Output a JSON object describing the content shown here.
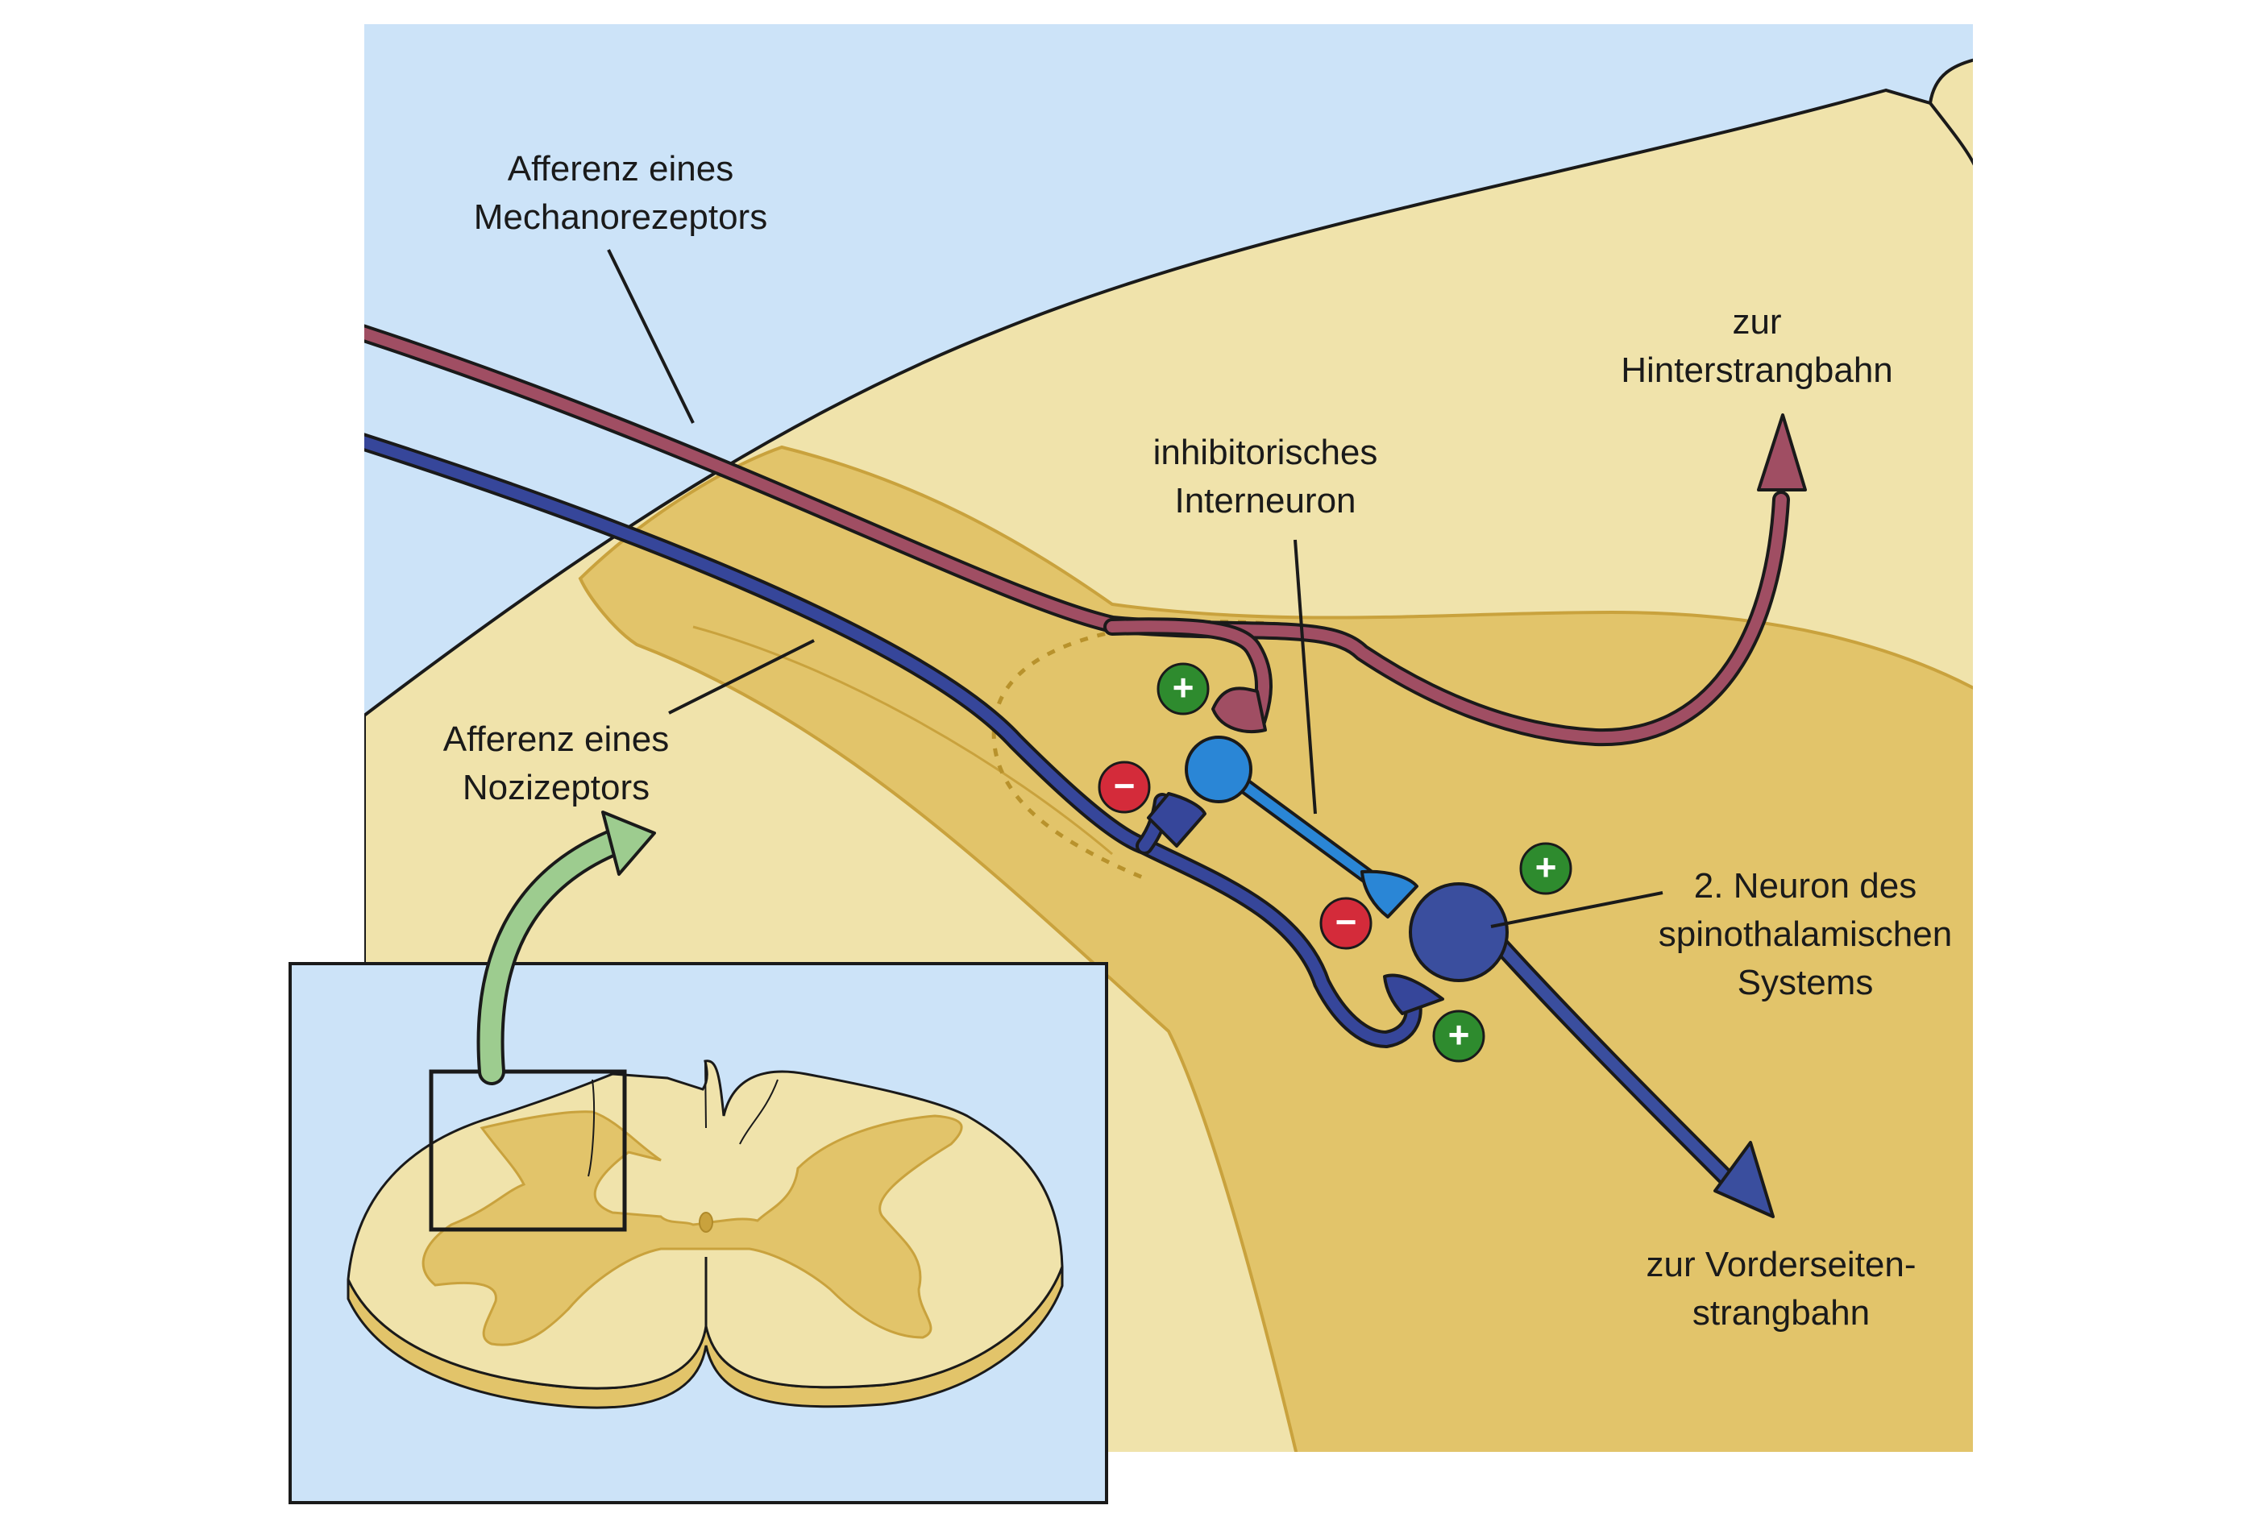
{
  "labels": {
    "mechanoreceptor_afferent": [
      "Afferenz eines",
      "Mechanorezeptors"
    ],
    "nociceptor_afferent": [
      "Afferenz eines",
      "Nozizeptors"
    ],
    "inhibitory_interneuron": [
      "inhibitorisches",
      "Interneuron"
    ],
    "dorsal_column_path": [
      "zur",
      "Hinterstrangbahn"
    ],
    "second_neuron": [
      "2. Neuron des",
      "spinothalamischen",
      "Systems"
    ],
    "anterolateral_path": [
      "zur Vorderseiten-",
      "strangbahn"
    ]
  },
  "synapse_signs": {
    "excitatory": "+",
    "inhibitory": "−"
  },
  "colors": {
    "background_blue": "#cce3f8",
    "white_matter": "#f0e3ab",
    "gray_matter": "#e2c46a",
    "gray_matter_outline": "#c9a23d",
    "mechanoreceptor_fiber": "#a04e63",
    "nociceptor_fiber": "#36469a",
    "interneuron": "#2a86d6",
    "second_neuron": "#3a4e9e",
    "excitatory_badge": "#2e8b2e",
    "inhibitory_badge": "#d42b3a",
    "inset_arrow": "#9dcc8f"
  }
}
